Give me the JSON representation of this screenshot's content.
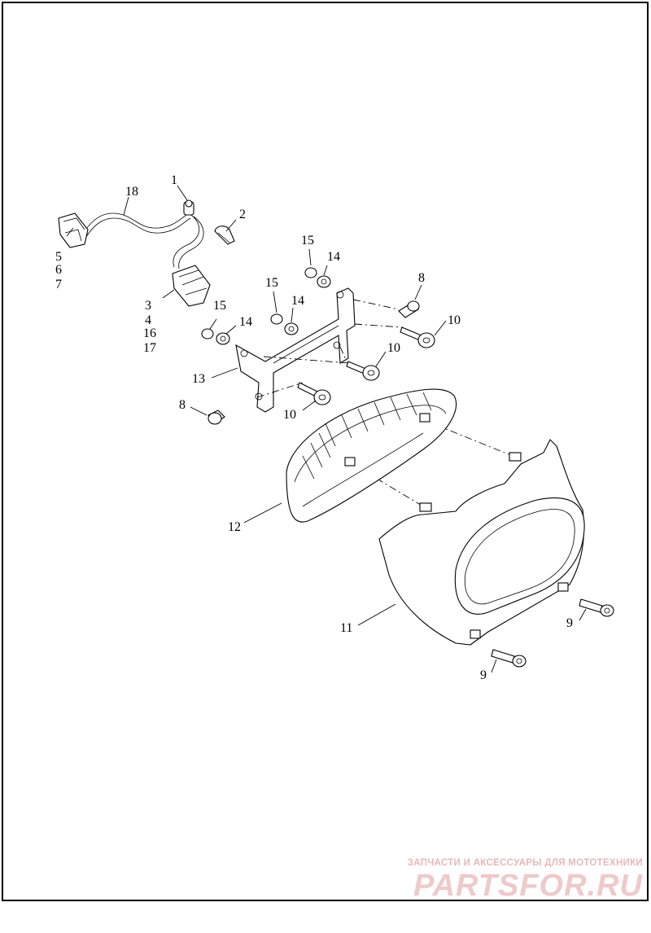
{
  "callouts": [
    {
      "id": "c1",
      "text": "1"
    },
    {
      "id": "c18",
      "text": "18"
    },
    {
      "id": "c2",
      "text": "2"
    },
    {
      "id": "c5",
      "text": "5"
    },
    {
      "id": "c6",
      "text": "6"
    },
    {
      "id": "c7",
      "text": "7"
    },
    {
      "id": "c3",
      "text": "3"
    },
    {
      "id": "c4",
      "text": "4"
    },
    {
      "id": "c16",
      "text": "16"
    },
    {
      "id": "c17",
      "text": "17"
    },
    {
      "id": "c15a",
      "text": "15"
    },
    {
      "id": "c14a",
      "text": "14"
    },
    {
      "id": "c15b",
      "text": "15"
    },
    {
      "id": "c14b",
      "text": "14"
    },
    {
      "id": "c15c",
      "text": "15"
    },
    {
      "id": "c14c",
      "text": "14"
    },
    {
      "id": "c8a",
      "text": "8"
    },
    {
      "id": "c10a",
      "text": "10"
    },
    {
      "id": "c10b",
      "text": "10"
    },
    {
      "id": "c13",
      "text": "13"
    },
    {
      "id": "c8b",
      "text": "8"
    },
    {
      "id": "c10c",
      "text": "10"
    },
    {
      "id": "c12",
      "text": "12"
    },
    {
      "id": "c11",
      "text": "11"
    },
    {
      "id": "c9a",
      "text": "9"
    },
    {
      "id": "c9b",
      "text": "9"
    }
  ],
  "watermark": {
    "caption": "ЗАПЧАСТИ И АКСЕССУАРЫ ДЛЯ МОТОТЕХНИКИ",
    "logo": "PARTSFOR.RU"
  },
  "colors": {
    "line": "#000000",
    "background": "#ffffff",
    "watermark": "#f0c9c9"
  }
}
